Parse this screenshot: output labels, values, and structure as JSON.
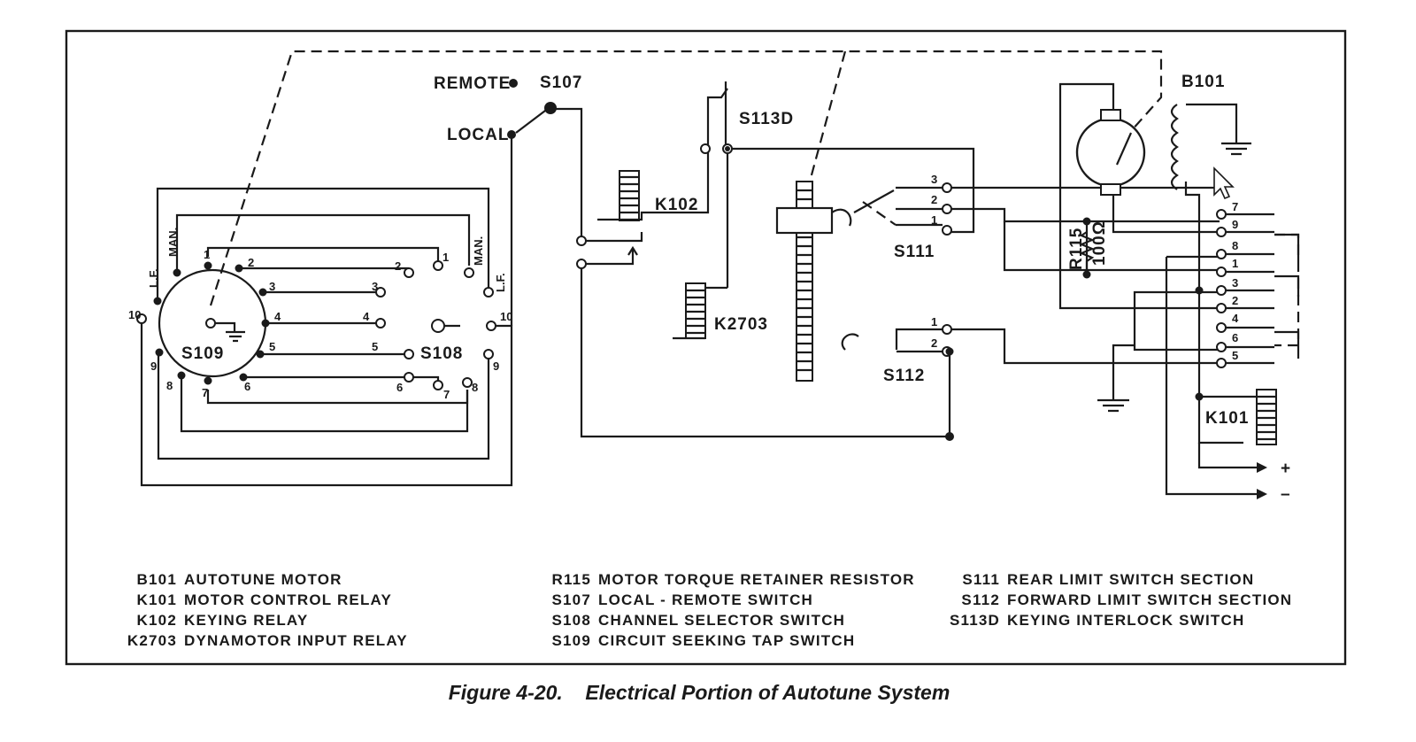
{
  "labels": {
    "remote": "REMOTE",
    "local": "LOCAL",
    "s107": "S107",
    "s113d": "S113D",
    "b101": "B101",
    "k102": "K102",
    "k2703": "K2703",
    "s111": "S111",
    "s112": "S112",
    "s109": "S109",
    "s108": "S108",
    "k101": "K101",
    "r115": "R115",
    "r115_value": "100Ω",
    "man": "MAN.",
    "lf": "L.F.",
    "plus": "+",
    "minus": "–"
  },
  "pins": {
    "s109": [
      "1",
      "2",
      "3",
      "4",
      "5",
      "6",
      "7",
      "8",
      "9",
      "10"
    ],
    "s108": [
      "1",
      "2",
      "3",
      "4",
      "5",
      "6",
      "7",
      "8",
      "9",
      "10"
    ],
    "s111": [
      "3",
      "2",
      "1"
    ],
    "s112": [
      "1",
      "2"
    ],
    "terminal_strip": [
      "7",
      "9",
      "8",
      "1",
      "3",
      "2",
      "4",
      "6",
      "5"
    ]
  },
  "legend": [
    {
      "code": "B101",
      "desc": "AUTOTUNE  MOTOR"
    },
    {
      "code": "K101",
      "desc": "MOTOR  CONTROL  RELAY"
    },
    {
      "code": "K102",
      "desc": "KEYING  RELAY"
    },
    {
      "code": "K2703",
      "desc": "DYNAMOTOR  INPUT  RELAY"
    },
    {
      "code": "R115",
      "desc": "MOTOR  TORQUE  RETAINER  RESISTOR"
    },
    {
      "code": "S107",
      "desc": "LOCAL - REMOTE  SWITCH"
    },
    {
      "code": "S108",
      "desc": "CHANNEL  SELECTOR  SWITCH"
    },
    {
      "code": "S109",
      "desc": "CIRCUIT  SEEKING  TAP  SWITCH"
    },
    {
      "code": "S111",
      "desc": "REAR  LIMIT  SWITCH  SECTION"
    },
    {
      "code": "S112",
      "desc": "FORWARD  LIMIT  SWITCH  SECTION"
    },
    {
      "code": "S113D",
      "desc": "KEYING  INTERLOCK  SWITCH"
    }
  ],
  "caption": "Figure 4-20.    Electrical Portion of Autotune System"
}
